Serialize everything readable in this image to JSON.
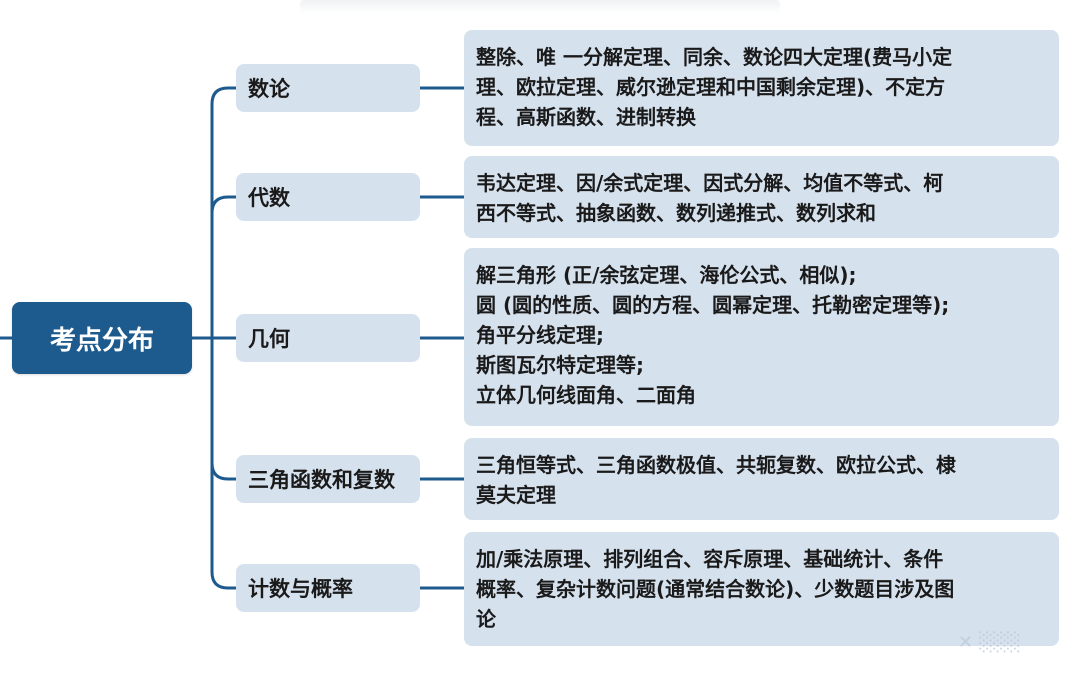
{
  "root": {
    "label": "考点分布"
  },
  "branches": [
    {
      "category": "数论",
      "detail_lines": [
        "整除、唯 一分解定理、同余、数论四大定理(费马小定",
        "理、欧拉定理、威尔逊定理和中国剩余定理)、不定方",
        "程、高斯函数、进制转换"
      ]
    },
    {
      "category": "代数",
      "detail_lines": [
        "韦达定理、因/余式定理、因式分解、均值不等式、柯",
        "西不等式、抽象函数、数列递推式、数列求和"
      ]
    },
    {
      "category": "几何",
      "detail_lines": [
        "解三角形 (正/余弦定理、海伦公式、相似);",
        "圆 (圆的性质、圆的方程、圆幂定理、托勒密定理等);",
        "角平分线定理;",
        "斯图瓦尔特定理等;",
        "立体几何线面角、二面角"
      ]
    },
    {
      "category": "三角函数和复数",
      "detail_lines": [
        "三角恒等式、三角函数极值、共轭复数、欧拉公式、棣",
        "莫夫定理"
      ]
    },
    {
      "category": "计数与概率",
      "detail_lines": [
        "加/乘法原理、排列组合、容斥原理、基础统计、条件",
        "概率、复杂计数问题(通常结合数论)、少数题目涉及图",
        "论"
      ]
    }
  ],
  "colors": {
    "root_fill": "#1d5a8e",
    "box_fill": "#d6e1ee",
    "connector": "#1d5a8e"
  }
}
